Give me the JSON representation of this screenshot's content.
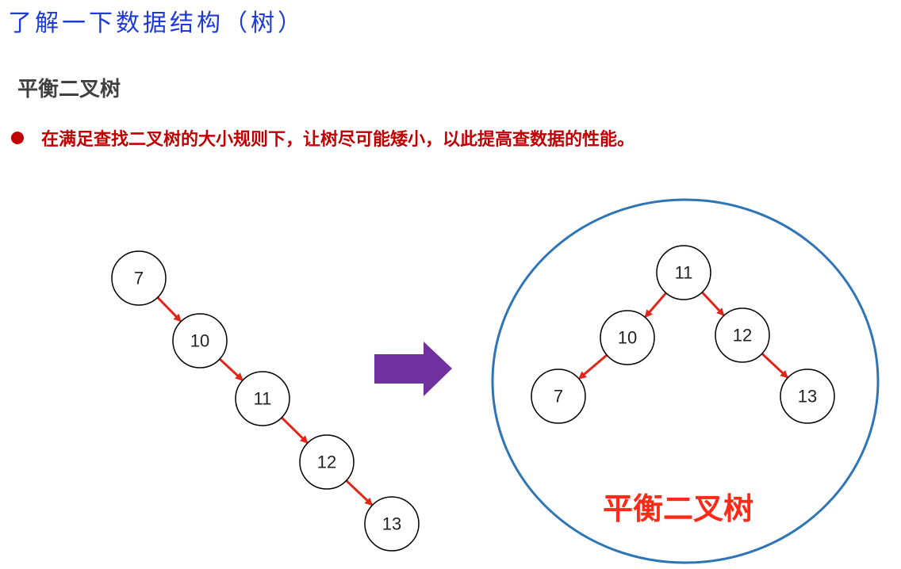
{
  "page": {
    "title": "了解一下数据结构（树）",
    "heading": "平衡二叉树",
    "bullet": "在满足查找二叉树的大小规则下，让树尽可能矮小，以此提高查数据的性能。"
  },
  "diagram": {
    "colors": {
      "edge": "#e0261b",
      "arrow": "#7030a0",
      "circle": "#2e75b6",
      "caption": "#ff2a17"
    },
    "unbalanced_tree": {
      "nodes": [
        {
          "id": "u7",
          "label": "7"
        },
        {
          "id": "u10",
          "label": "10"
        },
        {
          "id": "u11",
          "label": "11"
        },
        {
          "id": "u12",
          "label": "12"
        },
        {
          "id": "u13",
          "label": "13"
        }
      ],
      "edges": [
        [
          "u7",
          "u10"
        ],
        [
          "u10",
          "u11"
        ],
        [
          "u11",
          "u12"
        ],
        [
          "u12",
          "u13"
        ]
      ]
    },
    "balanced_tree": {
      "nodes": [
        {
          "id": "b11",
          "label": "11"
        },
        {
          "id": "b10",
          "label": "10"
        },
        {
          "id": "b12",
          "label": "12"
        },
        {
          "id": "b7",
          "label": "7"
        },
        {
          "id": "b13",
          "label": "13"
        }
      ],
      "edges": [
        [
          "b11",
          "b10"
        ],
        [
          "b11",
          "b12"
        ],
        [
          "b10",
          "b7"
        ],
        [
          "b12",
          "b13"
        ]
      ]
    },
    "caption": "平衡二叉树"
  }
}
